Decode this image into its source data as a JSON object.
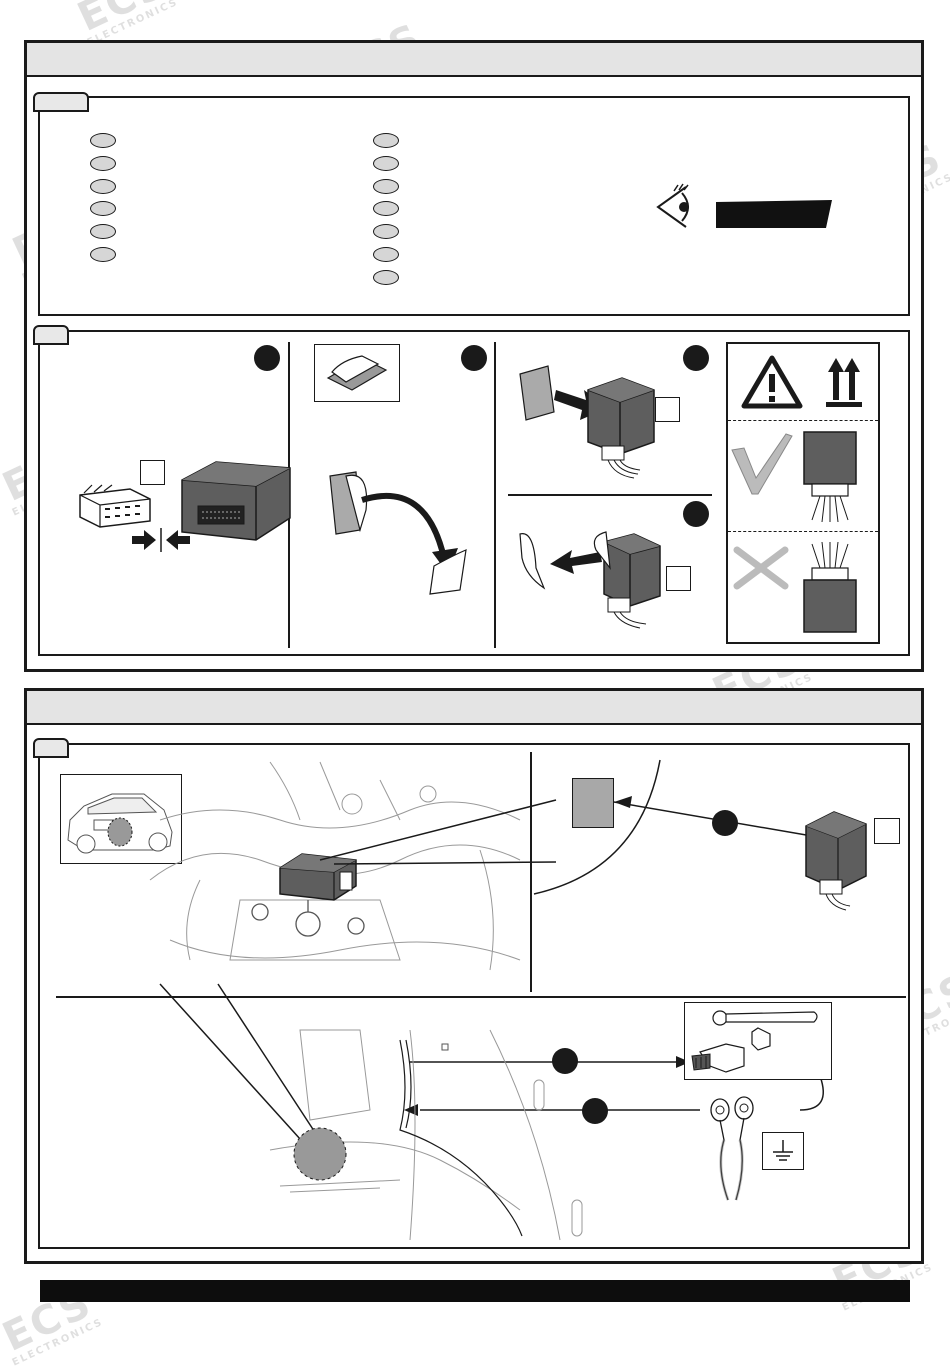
{
  "brand": {
    "watermark_main": "ECS",
    "watermark_sub": "ELECTRONICS"
  },
  "colors": {
    "panel_border": "#1a1a1a",
    "header_fill": "#e4e4e4",
    "module_fill": "#5e5e5e",
    "target_fill": "#a8a8a8",
    "footer": "#0d0d0d"
  },
  "icons": {
    "warning": "warning-triangle-icon",
    "this_side_up": "this-way-up-arrows-icon",
    "correct": "check-mark-icon",
    "wrong": "cross-mark-icon",
    "inspect": "eye-icon",
    "ground": "ground-symbol-icon",
    "tools": "ratchet-socket-icon"
  },
  "parts_list": {
    "left_count": 6,
    "right_count": 7
  }
}
